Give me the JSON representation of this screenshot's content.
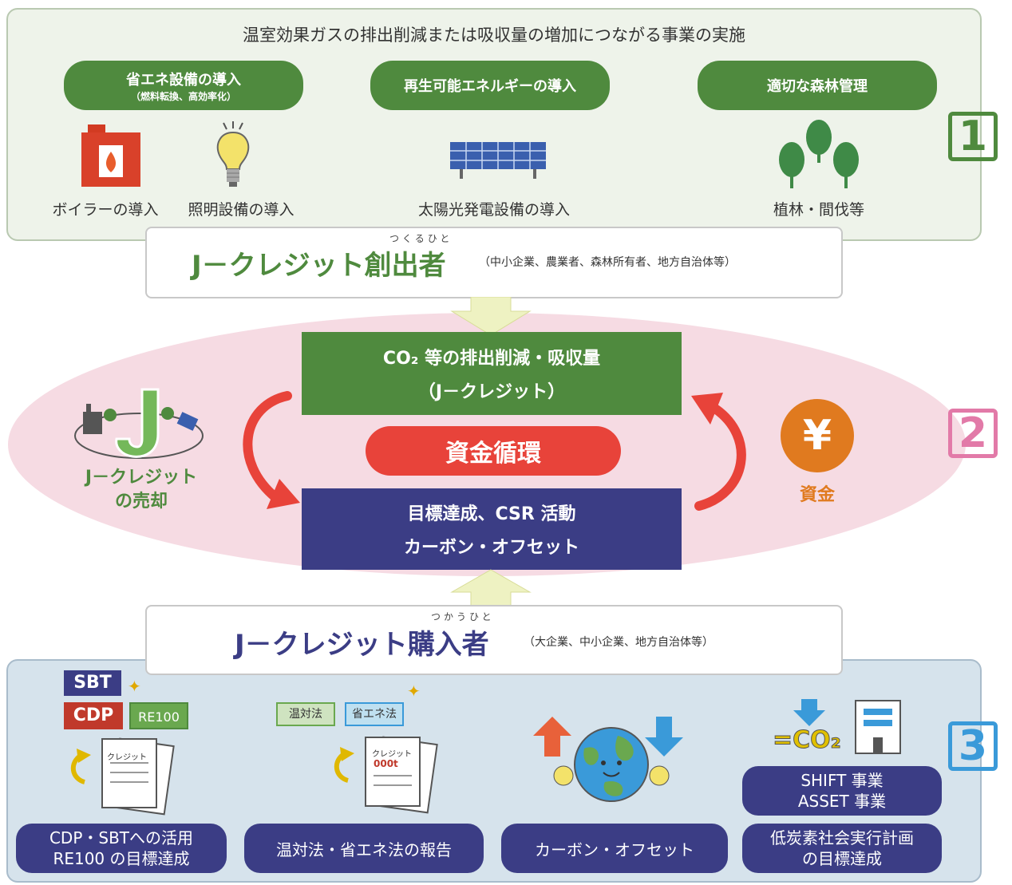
{
  "section1": {
    "title": "温室効果ガスの排出削減または吸収量の増加につながる事業の実施",
    "badge": "1",
    "categories": [
      {
        "label": "省エネ設備の導入",
        "sub": "（燃料転換、高効率化）"
      },
      {
        "label": "再生可能エネルギーの導入",
        "sub": ""
      },
      {
        "label": "適切な森林管理",
        "sub": ""
      }
    ],
    "examples": [
      "ボイラーの導入",
      "照明設備の導入",
      "太陽光発電設備の導入",
      "植林・間伐等"
    ]
  },
  "creator": {
    "ruby": "つくるひと",
    "title": "J－クレジット創出者",
    "note": "（中小企業、農業者、森林所有者、地方自治体等）"
  },
  "section2": {
    "badge": "2",
    "credit_line1": "CO₂ 等の排出削減・吸収量",
    "credit_line2": "（J－クレジット）",
    "cycle": "資金循環",
    "goal_line1": "目標達成、CSR 活動",
    "goal_line2": "カーボン・オフセット",
    "sale_line1": "J－クレジット",
    "sale_line2": "の売却",
    "yen": "¥",
    "funds": "資金"
  },
  "buyer": {
    "ruby": "つかうひと",
    "title": "J－クレジット購入者",
    "note": "（大企業、中小企業、地方自治体等）"
  },
  "section3": {
    "badge": "3",
    "tags": [
      "SBT",
      "CDP",
      "RE100",
      "温対法",
      "省エネ法"
    ],
    "doc_label": "クレジット",
    "doc_value": "000t",
    "co2_label": "=CO₂",
    "shift_line1": "SHIFT 事業",
    "shift_line2": "ASSET 事業",
    "uses": [
      {
        "line1": "CDP・SBTへの活用",
        "line2": "RE100 の目標達成"
      },
      {
        "line1": "温対法・省エネ法の報告",
        "line2": ""
      },
      {
        "line1": "カーボン・オフセット",
        "line2": ""
      },
      {
        "line1": "低炭素社会実行計画",
        "line2": "の目標達成"
      }
    ]
  },
  "colors": {
    "green": "#4f8a3e",
    "navy": "#3b3d85",
    "red": "#e8433a",
    "orange": "#e07a1f",
    "pink": "#f6dbe3",
    "light_green_bg": "#eef3ea",
    "blue_bg": "#d6e3ec",
    "badge1": "#4f8a3e",
    "badge2": "#e27aa8",
    "badge3": "#3a9ad9"
  }
}
